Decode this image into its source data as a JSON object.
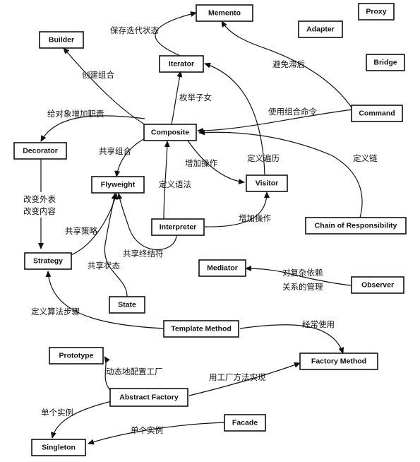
{
  "patterns": {
    "memento": "Memento",
    "proxy": "Proxy",
    "builder": "Builder",
    "adapter": "Adapter",
    "iterator": "Iterator",
    "bridge": "Bridge",
    "command": "Command",
    "composite": "Composite",
    "decorator": "Decorator",
    "flyweight": "Flyweight",
    "visitor": "Visitor",
    "interpreter": "Interpreter",
    "chain": "Chain of Responsibility",
    "strategy": "Strategy",
    "mediator": "Mediator",
    "observer": "Observer",
    "state": "State",
    "template_method": "Template Method",
    "prototype": "Prototype",
    "factory_method": "Factory Method",
    "abstract_factory": "Abstract Factory",
    "facade": "Facade",
    "singleton": "Singleton"
  },
  "relations": {
    "save_iteration_state": "保存迭代状态",
    "avoid_lag": "避免滞后",
    "create_composite": "创建组合",
    "enumerate_children": "枚举子女",
    "add_responsibility": "给对象增加职责",
    "use_composite_command": "使用组合命令",
    "share_composite": "共享组合",
    "add_operation": "增加操作",
    "define_traversal": "定义遍历",
    "define_chain": "定义链",
    "change_skin": "改变外表",
    "change_guts": "改变内容",
    "define_grammar": "定义语法",
    "share_strategy": "共享策略",
    "add_operation_2": "增加操作",
    "share_terminal": "共享终结符",
    "share_state": "共享状态",
    "complex_dependency_1": "对复杂依赖",
    "complex_dependency_2": "关系的管理",
    "define_algorithm_steps": "定义算法步骤",
    "often_use": "经常使用",
    "dynamic_config": "动态地配置工厂",
    "implement_with_fm": "用工厂方法实现",
    "single_instance": "单个实例",
    "single_instance_2": "单个实例"
  },
  "colors": {
    "ink": "#111111",
    "paper": "#ffffff"
  }
}
